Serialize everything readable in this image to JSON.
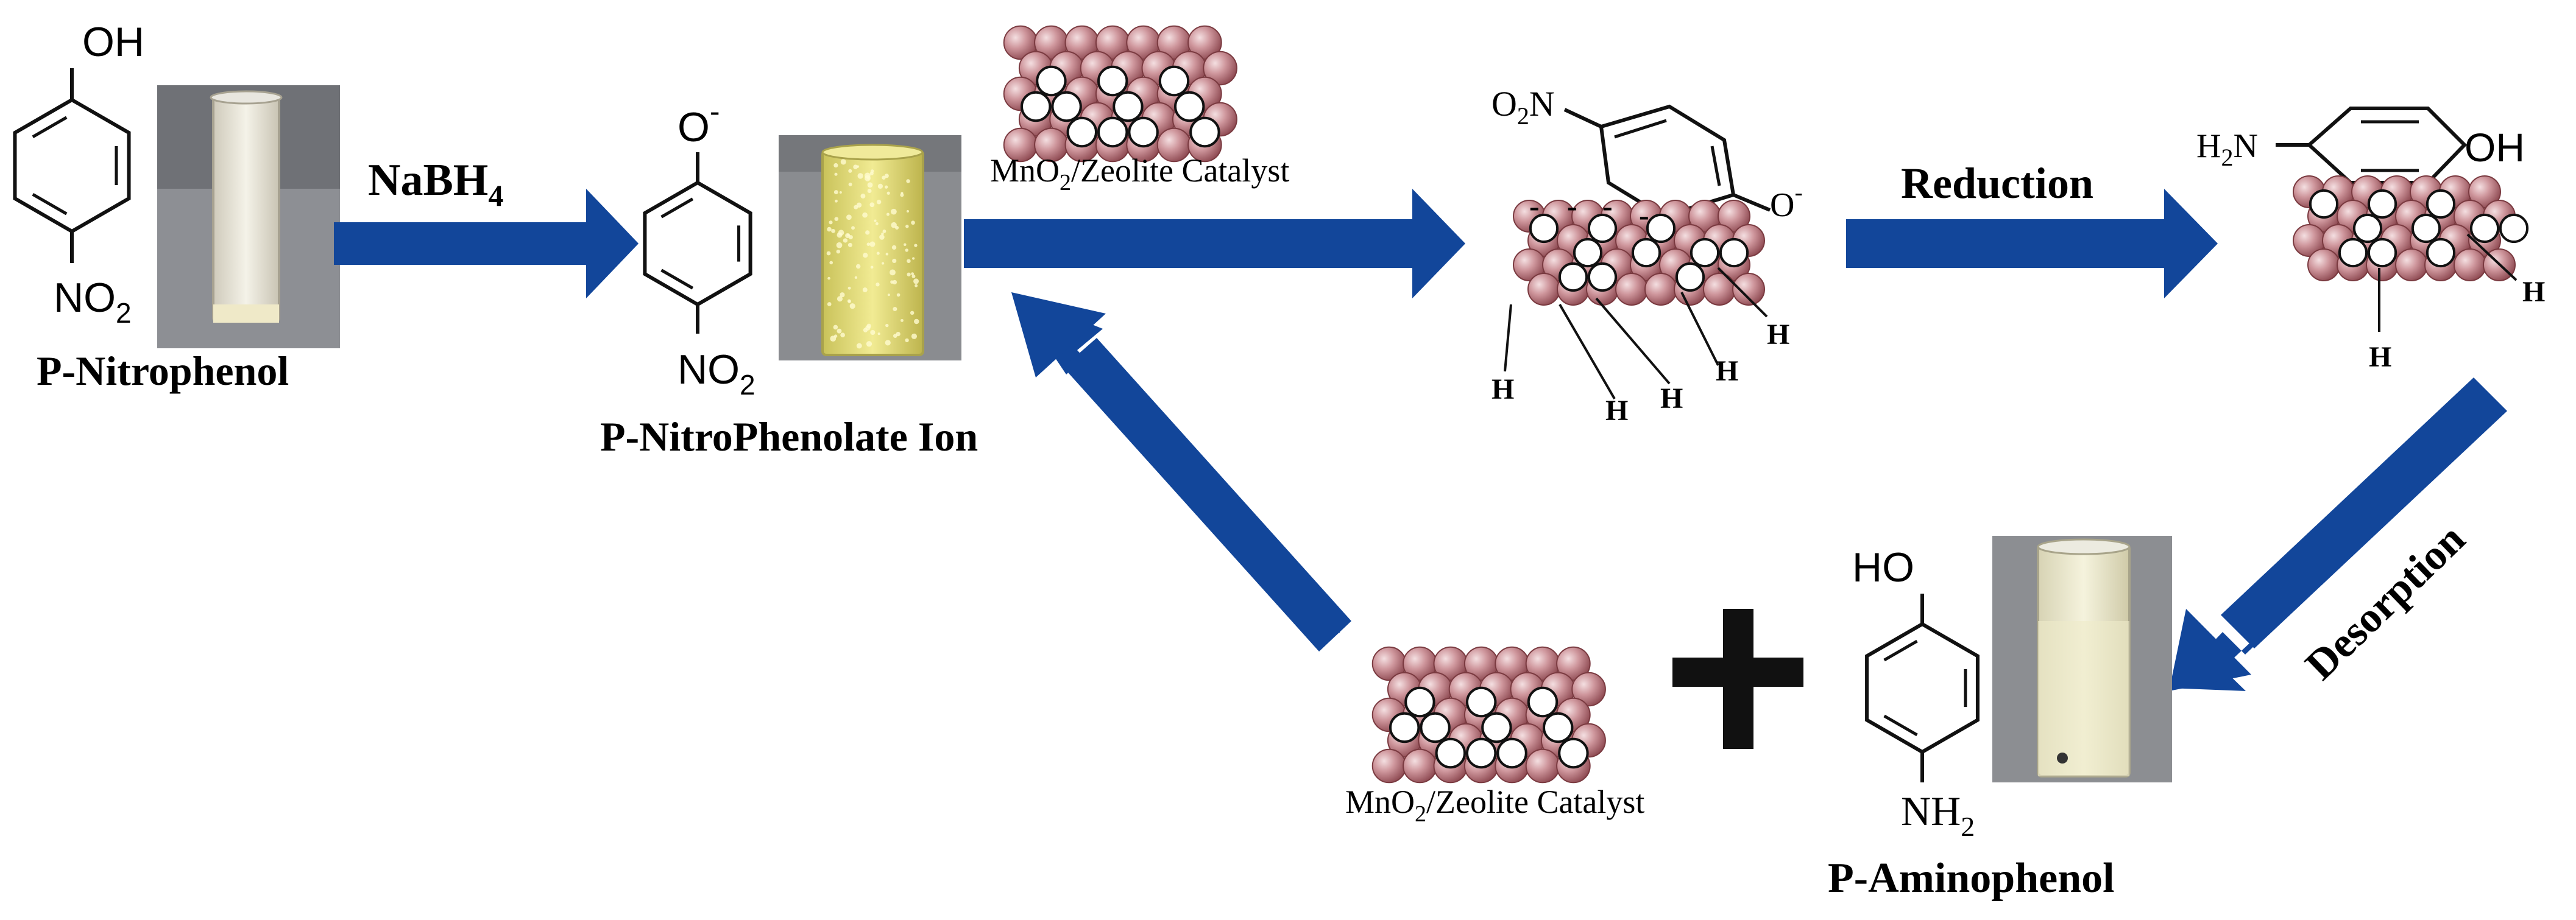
{
  "colors": {
    "arrow": "#12469a",
    "sphere": "#c98f95",
    "sphere_stroke": "#7a3a40",
    "vial_liquid_clear": "#e9e6d6",
    "vial_liquid_yellow": "#e8e07a",
    "ink": "#111111"
  },
  "icons": [
    "benzene-ring",
    "vial-photo",
    "catalyst-cluster",
    "flow-arrow",
    "plus-sign"
  ],
  "molecules": {
    "nitrophenol": {
      "top_group": "OH",
      "bottom_group": "NO",
      "bottom_sub": "2",
      "name": "P-Nitrophenol"
    },
    "nitrophenolate": {
      "top_group": "O",
      "top_charge": "-",
      "bottom_group": "NO",
      "bottom_sub": "2",
      "name": "P-NitroPhenolate Ion"
    },
    "adsorbed": {
      "left_group": "O",
      "left_sub": "2",
      "left_tail": "N",
      "right_group": "O",
      "right_charge": "-",
      "surface_charges": [
        "-",
        "-",
        "-",
        "-"
      ],
      "hydrogens": [
        "H",
        "H",
        "H",
        "H",
        "H"
      ]
    },
    "reduced": {
      "left_group": "H",
      "left_sub": "2",
      "left_tail": "N",
      "right_group": "OH",
      "hydrogens": [
        "H",
        "H"
      ]
    },
    "aminophenol": {
      "top_group": "HO",
      "bottom_group": "NH",
      "bottom_sub": "2",
      "name": "P-Aminophenol"
    }
  },
  "labels": {
    "reagent": "NaBH",
    "reagent_sub": "4",
    "reduction": "Reduction",
    "desorption": "Desorption",
    "catalyst_top_a": "MnO",
    "catalyst_top_sub": "2",
    "catalyst_top_b": "/Zeolite Catalyst",
    "catalyst_bottom_a": "MnO",
    "catalyst_bottom_sub": "2",
    "catalyst_bottom_b": "/Zeolite Catalyst"
  }
}
